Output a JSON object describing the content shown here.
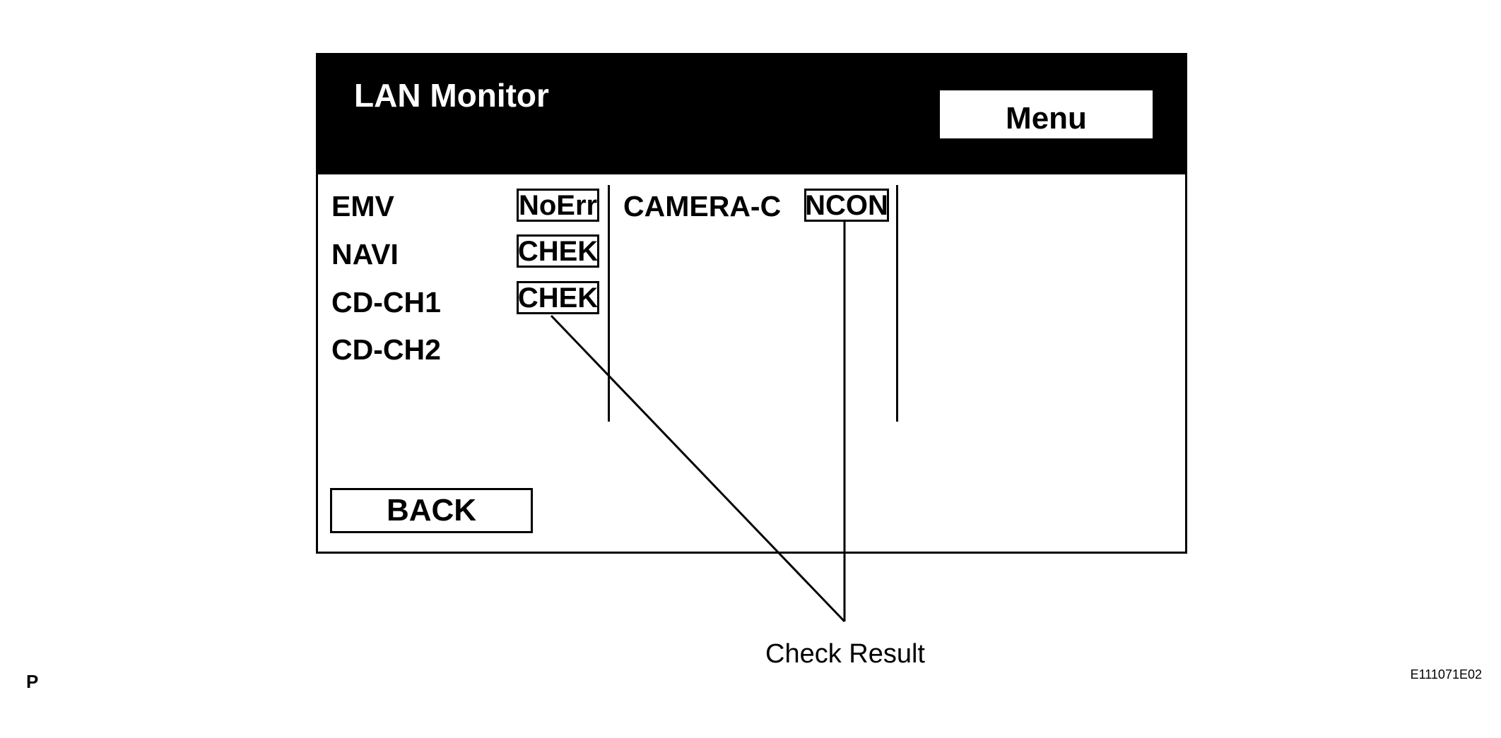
{
  "header": {
    "title": "LAN Monitor",
    "menu_label": "Menu"
  },
  "columns": [
    {
      "rows": [
        {
          "label": "EMV",
          "result": "NoErr"
        },
        {
          "label": "NAVI",
          "result": "CHEK"
        },
        {
          "label": "CD-CH1",
          "result": "CHEK"
        },
        {
          "label": "CD-CH2",
          "result": ""
        }
      ]
    },
    {
      "rows": [
        {
          "label": "CAMERA-C",
          "result": "NCON"
        }
      ]
    }
  ],
  "footer": {
    "back_label": "BACK"
  },
  "annotation": {
    "callout_label": "Check Result"
  },
  "corners": {
    "left_code": "P",
    "right_code": "E111071E02"
  },
  "colors": {
    "background": "#ffffff",
    "header": "#000000",
    "text": "#000000"
  }
}
